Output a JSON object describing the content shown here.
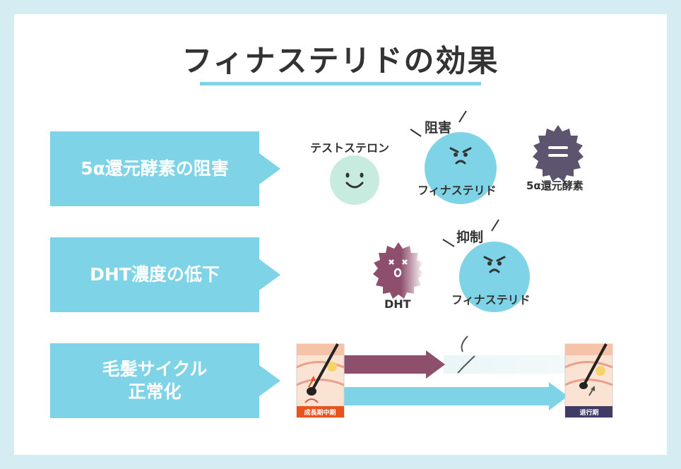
{
  "title": "フィナステリドの効果",
  "rows": [
    {
      "label": "5α還元酵素の阻害"
    },
    {
      "label": "DHT濃度の低下"
    },
    {
      "label_line1": "毛髪サイクル",
      "label_line2": "正常化"
    }
  ],
  "row1": {
    "testosterone": "テストステロン",
    "inhibit": "阻害",
    "finasteride": "フィナステリド",
    "enzyme": "5α還元酵素"
  },
  "row2": {
    "suppress": "抑制",
    "dht": "DHT",
    "finasteride": "フィナステリド"
  },
  "row3": {
    "anagen_badge": "成長期中期",
    "telogen_badge": "退行期"
  },
  "colors": {
    "background": "#d5ecf3",
    "accent_blue": "#7fd3e6",
    "mint": "#c8ebe0",
    "enzyme_purple": "#5d5470",
    "dht_maroon": "#8e4f6c",
    "anagen_orange": "#e8531e",
    "telogen_navy": "#3f3b66"
  }
}
